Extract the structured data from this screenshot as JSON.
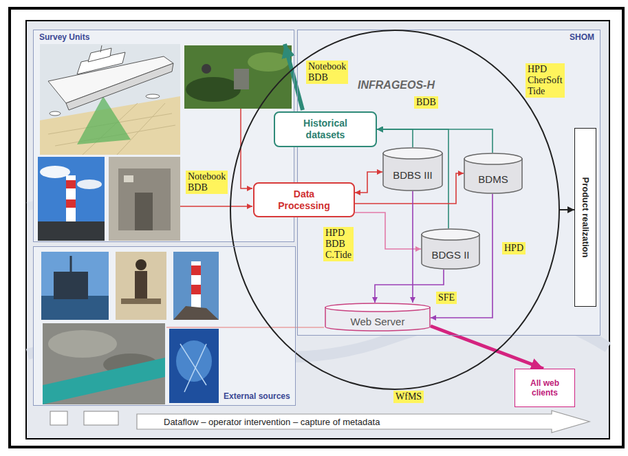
{
  "diagram": {
    "nodes": [
      {
        "text": [
          "Survey Units"
        ]
      },
      {
        "text": [
          "SHOM"
        ]
      },
      {
        "text": [
          "INFRAGEOS-H"
        ]
      },
      {
        "text": [
          "Historical datasets"
        ],
        "in": 2
      },
      {
        "text": [
          "BDBS III"
        ],
        "in": 2
      },
      {
        "text": [
          "BDMS"
        ],
        "in": 2
      },
      {
        "text": [
          "Data Processing"
        ],
        "in": 2
      },
      {
        "text": [
          "BDGS II"
        ],
        "in": 2
      },
      {
        "text": [
          "Web Server"
        ],
        "in": 2
      },
      {
        "text": [
          "Product realization"
        ],
        "in": 1
      },
      {
        "text": [
          "External sources"
        ]
      },
      {
        "text": [
          "All web clients"
        ]
      },
      {
        "text": [
          "Dataflow – operator intervention – capture of metadata"
        ]
      }
    ],
    "edges": [
      {
        "from": 4,
        "to": 3,
        "arrow": "to"
      },
      {
        "from": 5,
        "to": 3,
        "arrow": "to"
      },
      {
        "from": 7,
        "to": 3,
        "arrow": "to"
      },
      {
        "from": 6,
        "to": 4,
        "arrow": "both"
      },
      {
        "from": 6,
        "to": 5,
        "arrow": "to"
      },
      {
        "from": 6,
        "to": 7,
        "arrow": "to"
      },
      {
        "from": 4,
        "to": 8,
        "arrow": "to"
      },
      {
        "from": 5,
        "to": 8,
        "arrow": "to"
      },
      {
        "from": 7,
        "to": 8,
        "arrow": "to"
      },
      {
        "from": 2,
        "to": 9,
        "arrow": "to"
      },
      {
        "from": 8,
        "to": 11,
        "arrow": "to"
      }
    ],
    "labels": [
      "Notebook BDB",
      "BDB",
      "HPD CherSoft Tide",
      "Notebook BDB",
      "HPD BDB C.Tide",
      "HPD",
      "SFE",
      "WfMS"
    ]
  }
}
